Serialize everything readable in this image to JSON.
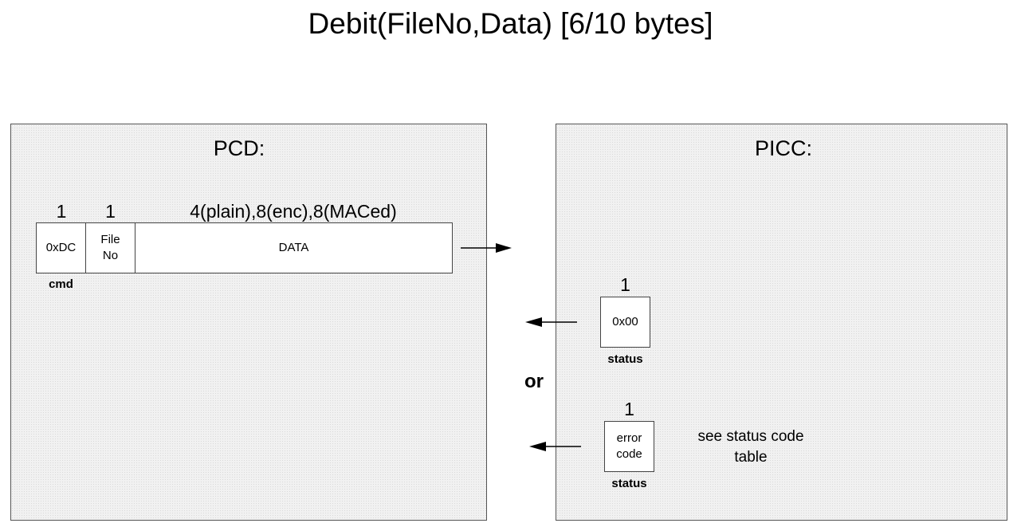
{
  "title": "Debit(FileNo,Data) [6/10 bytes]",
  "pcd": {
    "title": "PCD:",
    "fields": [
      {
        "size": "1",
        "label": "0xDC",
        "caption": "cmd"
      },
      {
        "size": "1",
        "label": "File No"
      },
      {
        "size": "4(plain),8(enc),8(MACed)",
        "label": "DATA"
      }
    ]
  },
  "picc": {
    "title": "PICC:",
    "responses": [
      {
        "size": "1",
        "label": "0x00",
        "caption": "status"
      },
      {
        "size": "1",
        "label": "error code",
        "caption": "status",
        "note": "see status code table"
      }
    ],
    "separator": "or"
  },
  "icons": [
    "arrow-right-icon",
    "arrow-left-icon"
  ]
}
